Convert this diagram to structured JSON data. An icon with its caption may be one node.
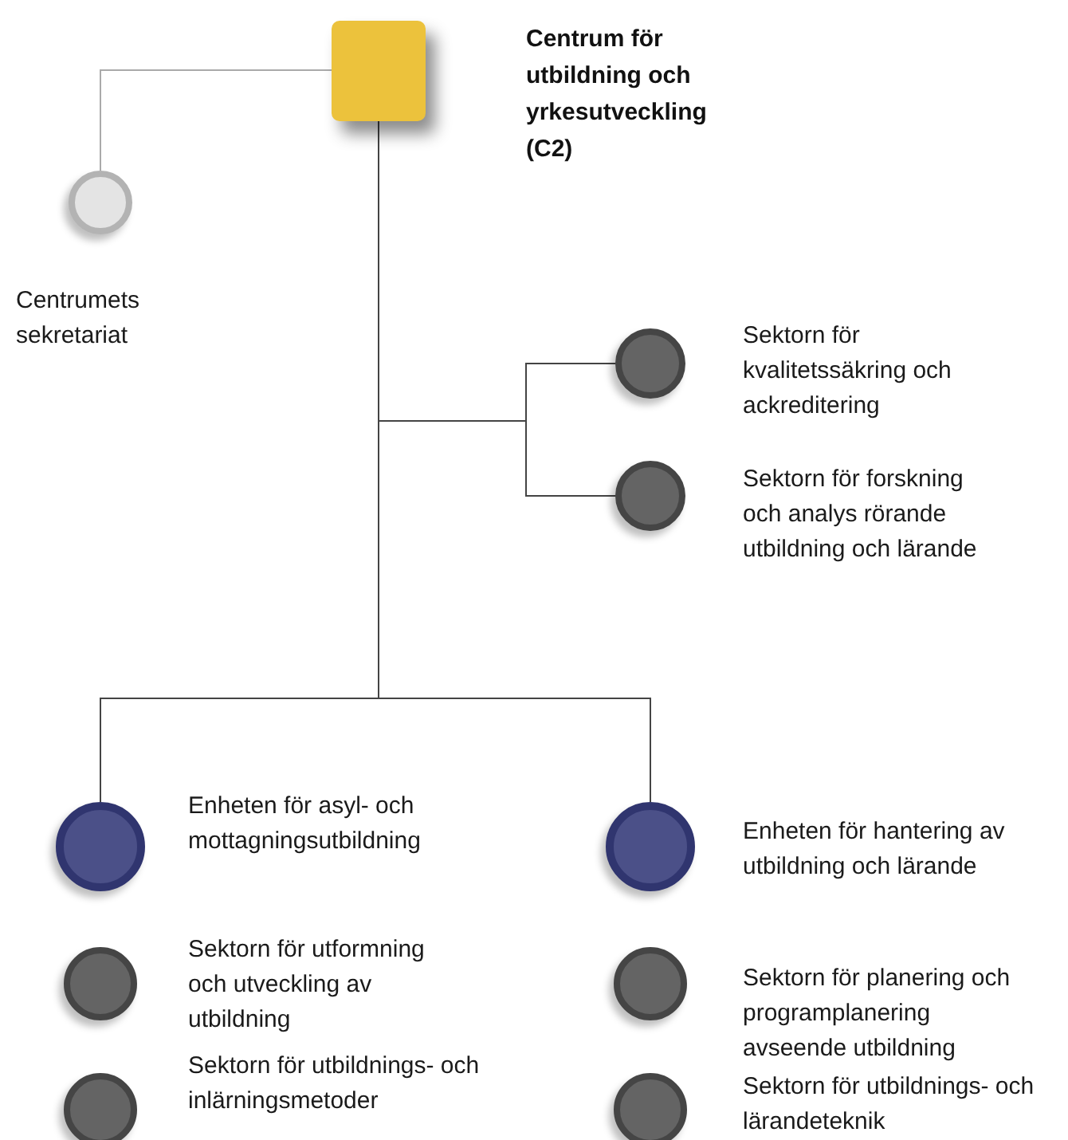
{
  "diagram": {
    "nodes": [
      {
        "text": [
          "Centrum för utbildning och yrkesutveckling (C2)"
        ]
      },
      {
        "text": [
          "Centrumets sekretariat"
        ]
      },
      {
        "text": [
          "Sektorn för kvalitetssäkring och ackreditering"
        ]
      },
      {
        "text": [
          "Sektorn för forskning och analys rörande utbildning och lärande"
        ]
      },
      {
        "text": [
          "Enheten för asyl- och mottagningsutbildning"
        ]
      },
      {
        "text": [
          "Enheten för hantering av utbildning och lärande"
        ]
      },
      {
        "text": [
          "Sektorn för utformning och utveckling av utbildning"
        ]
      },
      {
        "text": [
          "Sektorn för utbildnings- och inlärningsmetoder"
        ]
      },
      {
        "text": [
          "Sektorn för planering och programplanering avseende utbildning"
        ]
      },
      {
        "text": [
          "Sektorn för utbildnings- och lärandeteknik"
        ]
      }
    ],
    "edges": [
      {
        "from": 0,
        "to": 1,
        "arrow": "none",
        "color": "#aaaaaa"
      },
      {
        "from": 0,
        "to": 2,
        "arrow": "none"
      },
      {
        "from": 0,
        "to": 3,
        "arrow": "none"
      },
      {
        "from": 0,
        "to": 4,
        "arrow": "none"
      },
      {
        "from": 0,
        "to": 5,
        "arrow": "none"
      }
    ]
  }
}
